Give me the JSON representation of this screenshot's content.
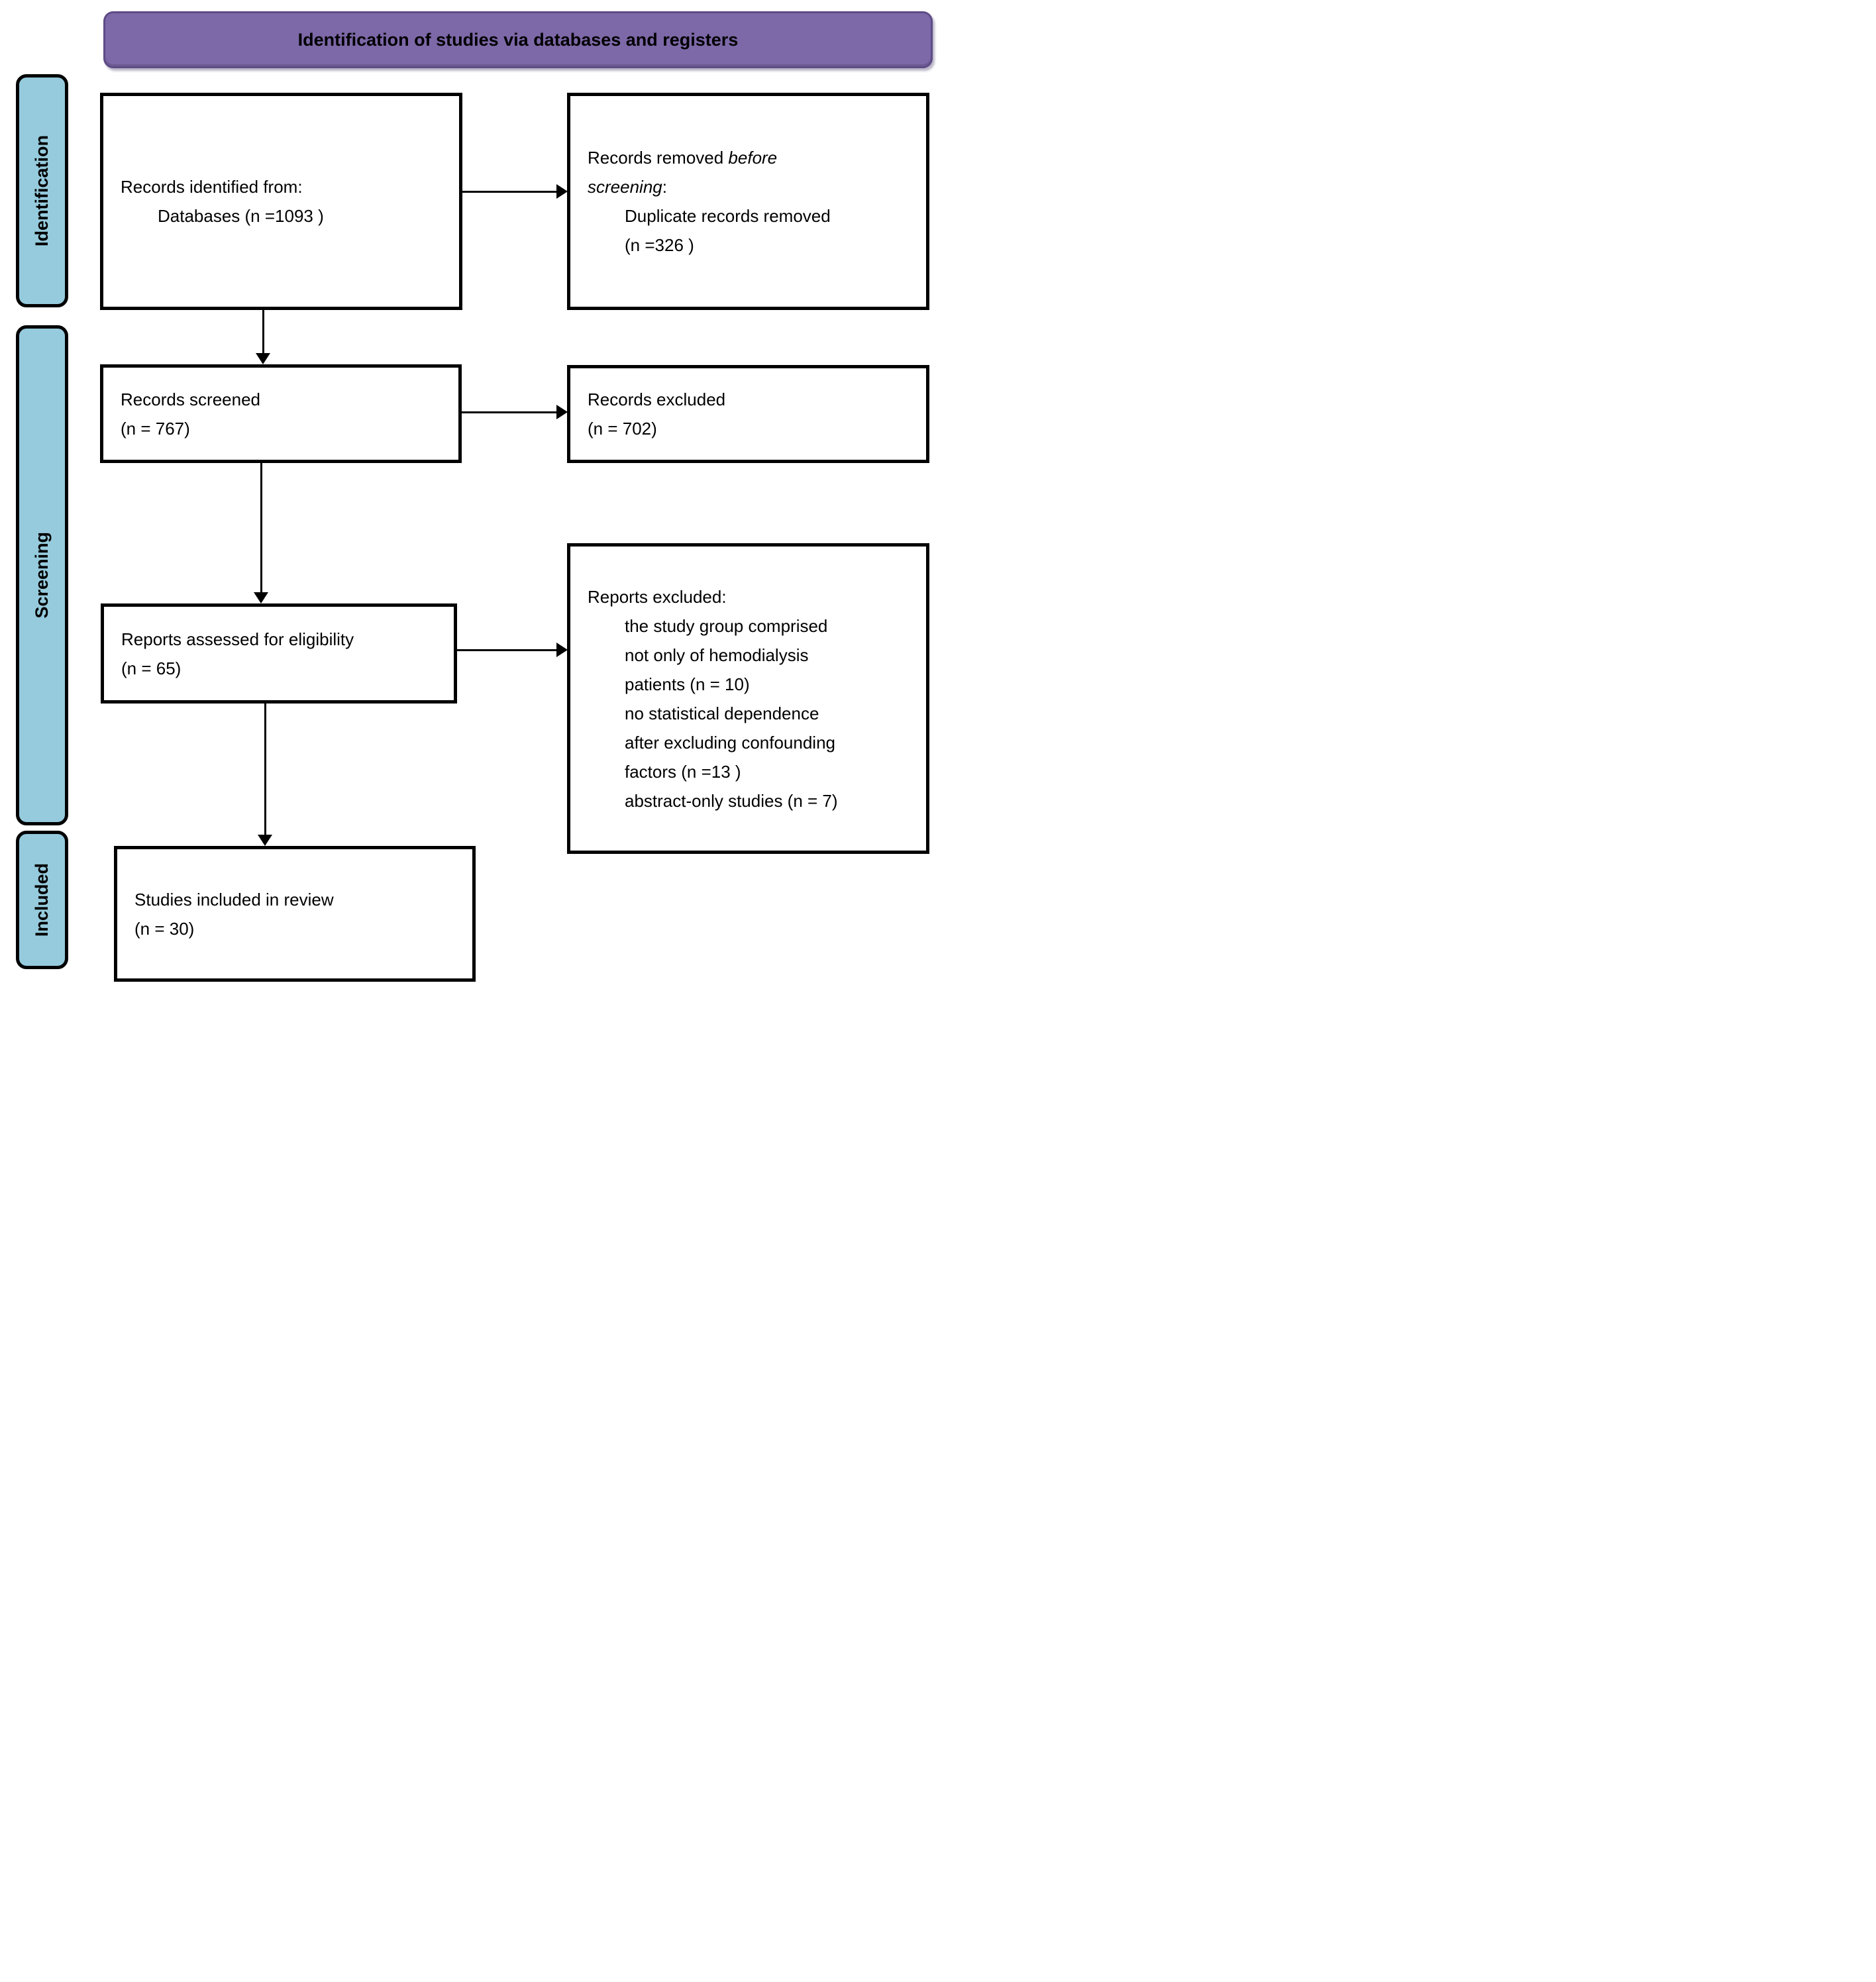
{
  "title": "Identification of studies via databases and registers",
  "stages": {
    "identification": "Identification",
    "screening": "Screening",
    "included": "Included"
  },
  "boxes": {
    "records_identified": {
      "line1": "Records identified from:",
      "line2": "Databases (n =1093 )"
    },
    "records_removed": {
      "line1_text": "Records removed ",
      "line1_italic": "before",
      "line2_italic": "screening",
      "line2_text": ":",
      "line3": "Duplicate records removed",
      "line4": "(n =326 )"
    },
    "records_screened": {
      "line1": "Records screened",
      "line2": "(n = 767)"
    },
    "records_excluded": {
      "line1": "Records excluded",
      "line2": "(n = 702)"
    },
    "reports_assessed": {
      "line1": "Reports assessed for eligibility",
      "line2": "(n = 65)"
    },
    "reports_excluded": {
      "heading": "Reports excluded:",
      "reasons": [
        "the study group comprised",
        "not only of hemodialysis",
        "patients (n = 10)",
        "no statistical dependence",
        "after excluding confounding",
        "factors (n =13 )",
        "abstract-only studies  (n = 7)"
      ]
    },
    "studies_included": {
      "line1": "Studies included in review",
      "line2": "(n = 30)"
    }
  },
  "colors": {
    "banner_fill": "#7D68A8",
    "banner_border": "#5E4C86",
    "stage_fill": "#96CBDD",
    "box_border": "#000000",
    "arrow": "#000000"
  }
}
